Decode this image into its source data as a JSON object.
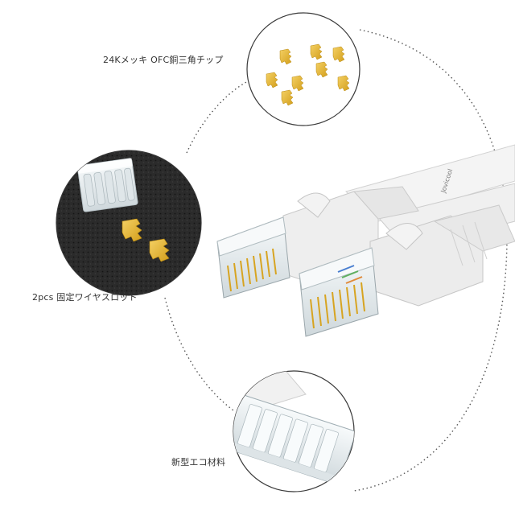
{
  "callouts": {
    "gold_pins": {
      "label": "24Kメッキ OFC銅三角チップ"
    },
    "fixing_slot": {
      "label": "2pcs 固定ワイヤスロット"
    },
    "eco_material": {
      "label": "新型エコ材料"
    }
  },
  "cable": {
    "jacket_text": "Jovicool"
  },
  "colors": {
    "circle_border": "#3a3a3a",
    "dotted_path": "#555555",
    "gold": "#e8b930",
    "cable_white": "#f2f2f2",
    "connector_clear": "#e6ecef",
    "foam_dark": "#2a2a2a"
  }
}
